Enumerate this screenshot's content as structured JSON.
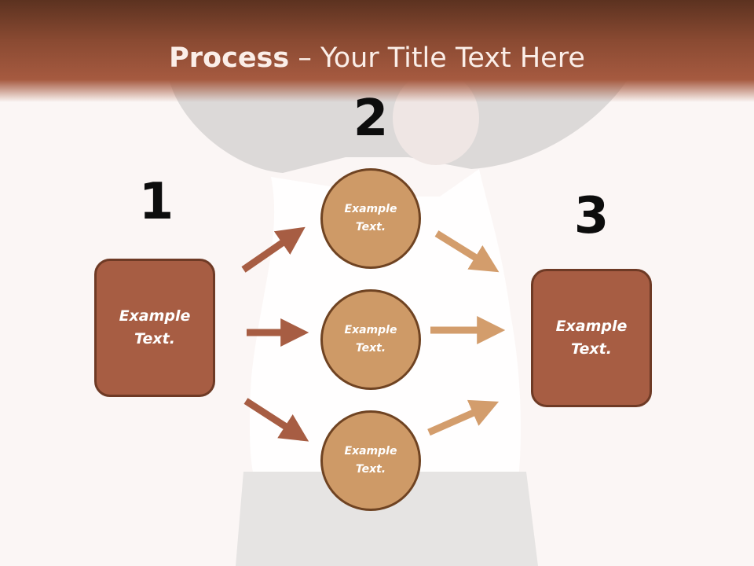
{
  "title": {
    "bold": "Process",
    "rest": " – Your Title Text Here"
  },
  "steps": {
    "one": "1",
    "two": "2",
    "three": "3"
  },
  "left_box": {
    "label": "Example\nText."
  },
  "circles": [
    {
      "label": "Example\nText."
    },
    {
      "label": "Example\nText."
    },
    {
      "label": "Example\nText."
    }
  ],
  "right_box": {
    "label": "Example\nText."
  },
  "colors": {
    "header": "#a65a40",
    "box_fill": "#a75d43",
    "circle_fill": "#ce9a67",
    "arrow_dark": "#a75d43",
    "arrow_light": "#d39d6c"
  }
}
